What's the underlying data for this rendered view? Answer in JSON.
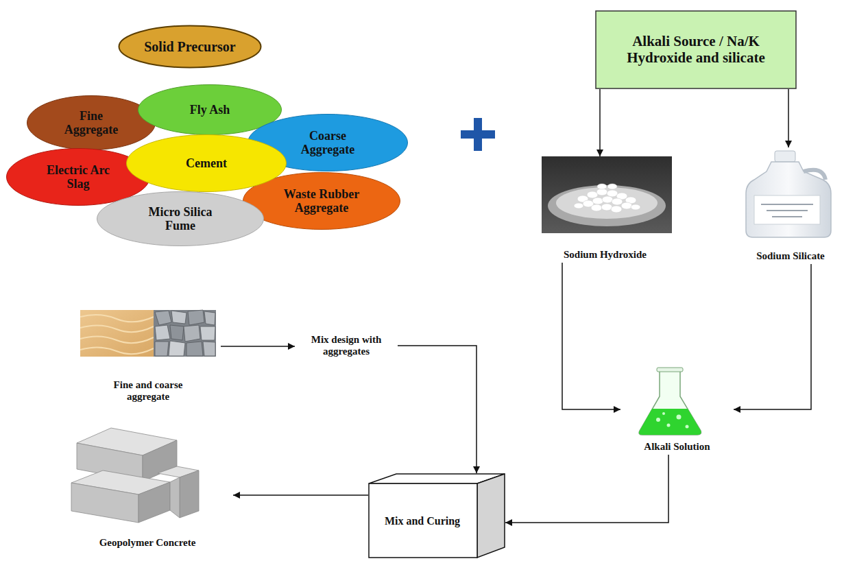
{
  "diagram": {
    "nodes": [
      {
        "text": [
          "Solid Precursor"
        ]
      },
      {
        "text": [
          "Fine Aggregate"
        ]
      },
      {
        "text": [
          "Fly Ash"
        ]
      },
      {
        "text": [
          "Coarse Aggregate"
        ]
      },
      {
        "text": [
          "Electric Arc Slag"
        ]
      },
      {
        "text": [
          "Cement"
        ]
      },
      {
        "text": [
          "Waste Rubber Aggregate"
        ]
      },
      {
        "text": [
          "Micro Silica Fume"
        ]
      },
      {
        "text": [
          "Alkali Source / Na/K Hydroxide and silicate"
        ]
      },
      {
        "text": [
          "Sodium Hydroxide"
        ]
      },
      {
        "text": [
          "Sodium Silicate"
        ]
      },
      {
        "text": [
          "Fine and coarse aggregate"
        ]
      },
      {
        "text": [
          "Mix design with aggregates"
        ]
      },
      {
        "text": [
          "Alkali Solution"
        ]
      },
      {
        "text": [
          "Geopolymer Concrete"
        ]
      },
      {
        "text": [
          "Mix and Curing"
        ]
      }
    ],
    "edges": [
      {
        "from": 8,
        "to": 9,
        "arrow": "to"
      },
      {
        "from": 8,
        "to": 10,
        "arrow": "to"
      },
      {
        "from": 9,
        "to": 13,
        "arrow": "to"
      },
      {
        "from": 10,
        "to": 13,
        "arrow": "to"
      },
      {
        "from": 11,
        "to": 12,
        "arrow": "to"
      },
      {
        "from": 12,
        "to": 15,
        "arrow": "to"
      },
      {
        "from": 13,
        "to": 15,
        "arrow": "to"
      },
      {
        "from": 15,
        "to": 14,
        "arrow": "to"
      }
    ]
  }
}
